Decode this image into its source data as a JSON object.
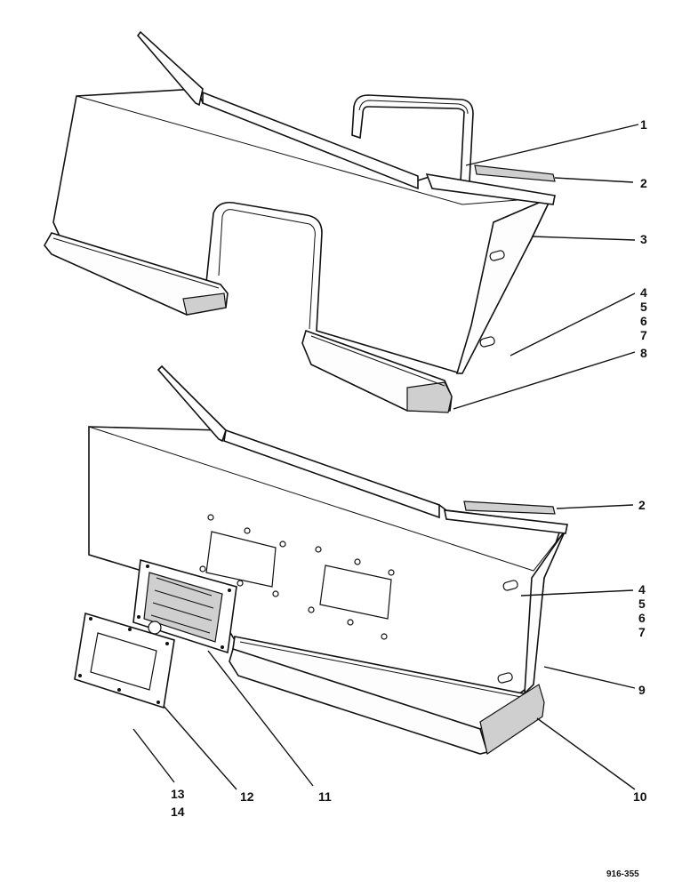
{
  "callouts": {
    "c1": "1",
    "c2": "2",
    "c3": "3",
    "c4": "4",
    "c5": "5",
    "c6": "6",
    "c7": "7",
    "c8": "8",
    "c2b": "2",
    "c4b": "4",
    "c5b": "5",
    "c6b": "6",
    "c7b": "7",
    "c9": "9",
    "c10": "10",
    "c11": "11",
    "c12": "12",
    "c13": "13",
    "c14": "14"
  },
  "figure_number": "916-355"
}
